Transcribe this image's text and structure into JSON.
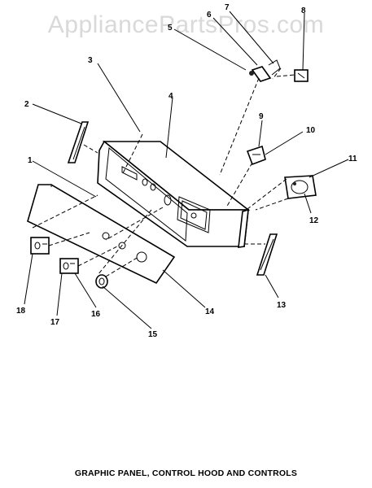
{
  "watermark": "AppliancePartsPros.com",
  "caption": "GRAPHIC PANEL, CONTROL HOOD AND CONTROLS",
  "callouts": [
    "1",
    "2",
    "3",
    "4",
    "5",
    "6",
    "7",
    "8",
    "9",
    "10",
    "11",
    "12",
    "13",
    "14",
    "15",
    "16",
    "17",
    "18"
  ]
}
